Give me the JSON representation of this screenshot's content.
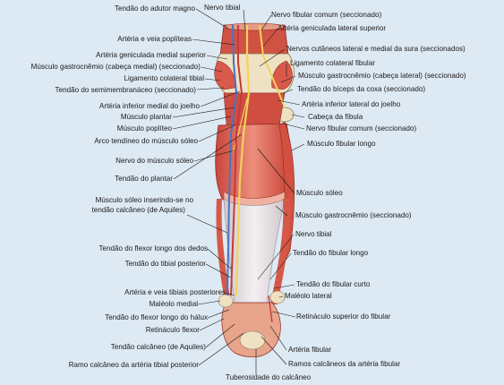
{
  "left_labels": [
    "Tendão do adutor magno",
    "Artéria e veia poplíteas",
    "Artéria geniculada medial superior",
    "Músculo gastrocnêmio (cabeça medial) (seccionado)",
    "Ligamento colateral tibial",
    "Tendão do semimembranáceo (seccionado)",
    "Artéria inferior medial do joelho",
    "Músculo plantar",
    "Músculo poplíteo",
    "Arco tendíneo do músculo sóleo",
    "Nervo do músculo sóleo",
    "Tendão do plantar",
    "Músculo sóleo inserindo-se no",
    "tendão calcâneo (de Aquiles)",
    "Tendão do flexor longo dos dedos",
    "Tendão do tibial posterior",
    "Artéria e veia tibiais posteriores",
    "Maléolo medial",
    "Tendão do flexor longo do hálux",
    "Retináculo flexor",
    "Tendão calcâneo (de Aquiles)",
    "Ramo calcâneo da artéria tibial posterior"
  ],
  "right_labels": [
    "Nervo tibial",
    "Nervo fibular comum (seccionado)",
    "Artéria geniculada lateral superior",
    "Nervos cutâneos lateral e medial da sura (seccionados)",
    "Ligamento colateral fibular",
    "Músculo gastrocnêmio (cabeça lateral) (seccionado)",
    "Tendão do bíceps da coxa (seccionado)",
    "Artéria inferior lateral do joelho",
    "Cabeça da fíbula",
    "Nervo fibular comum (seccionado)",
    "Músculo fibular longo",
    "Músculo sóleo",
    "Músculo gastrocnêmio (seccionado)",
    "Nervo tibial",
    "Tendão do fibular longo",
    "Tendão do fibular curto",
    "Maléolo lateral",
    "Retináculo superior do fibular",
    "Artéria fibular",
    "Ramos calcâneos da artéria fibular",
    "Tuberosidade do calcâneo"
  ],
  "colors": {
    "background": "#dde9f3",
    "muscle": "#d9594a",
    "muscle_light": "#ec8f7c",
    "tendon": "#e8e2e4",
    "bone": "#efe2c4",
    "nerve": "#f2d35a",
    "artery": "#c43a3a",
    "vein": "#4a73c2",
    "leader": "#1a1a1a"
  }
}
